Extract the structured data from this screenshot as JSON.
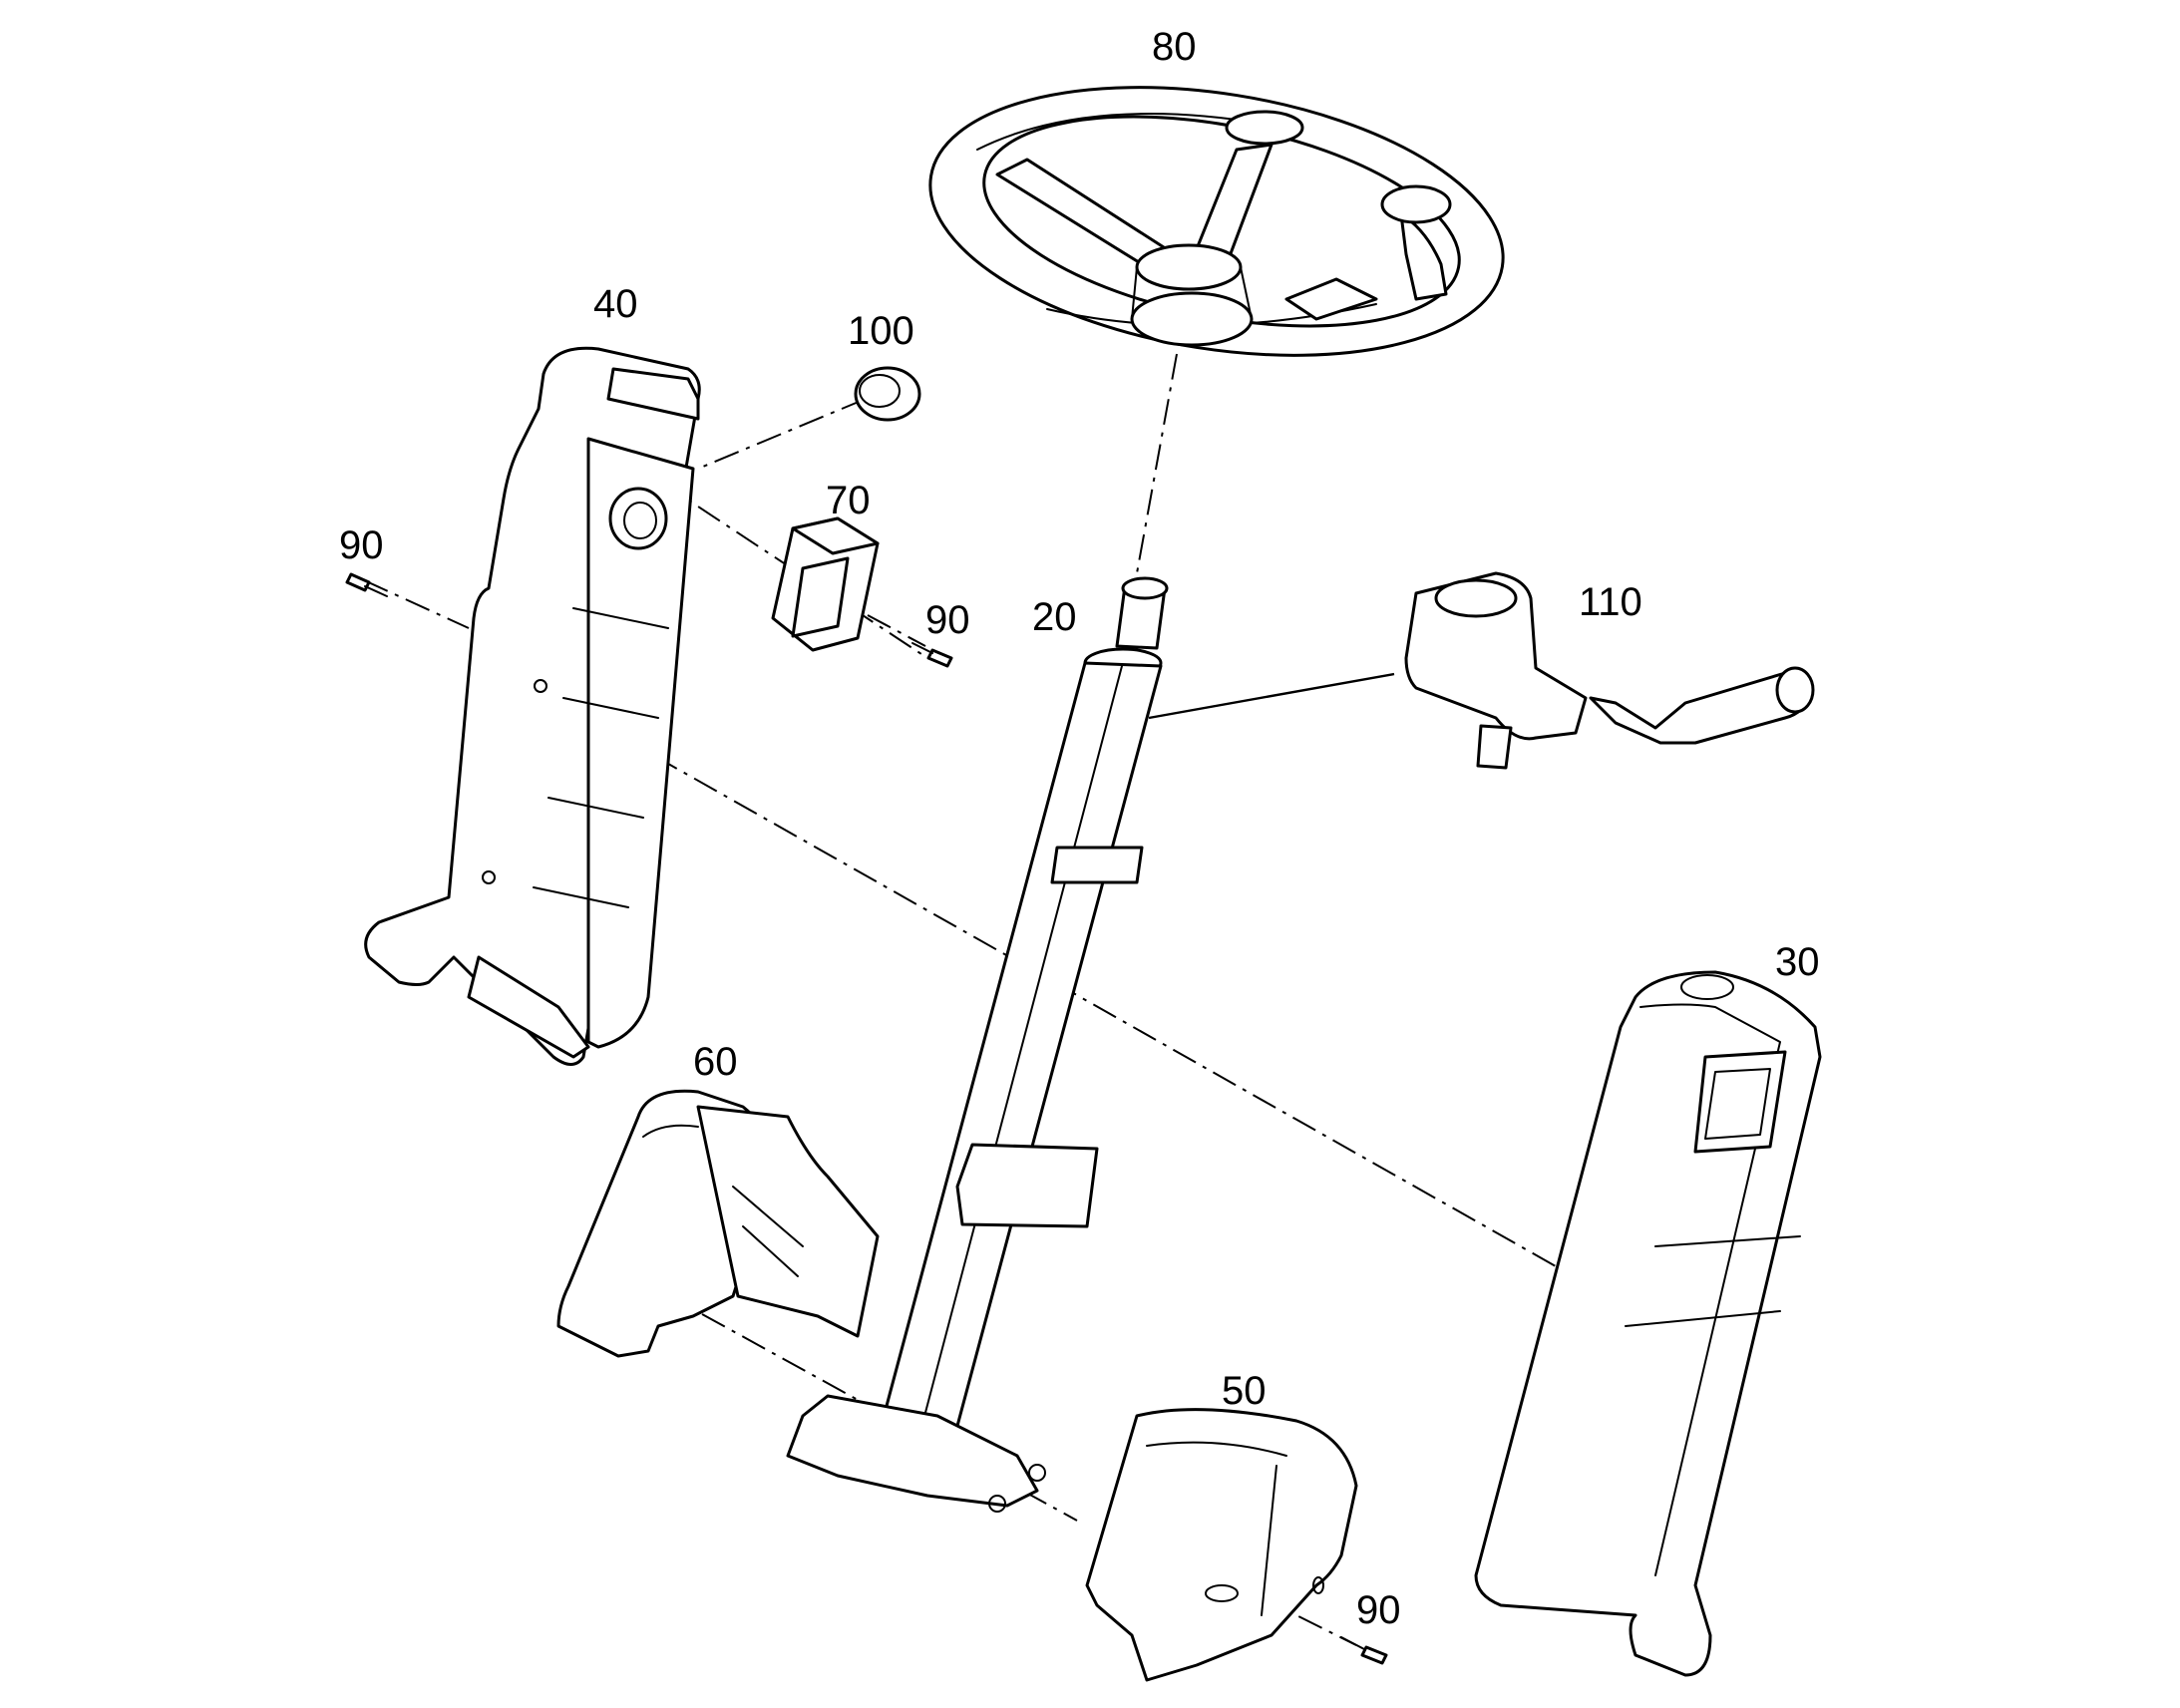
{
  "callouts": {
    "c80": "80",
    "c40": "40",
    "c100": "100",
    "c70": "70",
    "c90a": "90",
    "c90b": "90",
    "c20": "20",
    "c110": "110",
    "c30": "30",
    "c60": "60",
    "c50": "50",
    "c90c": "90"
  }
}
